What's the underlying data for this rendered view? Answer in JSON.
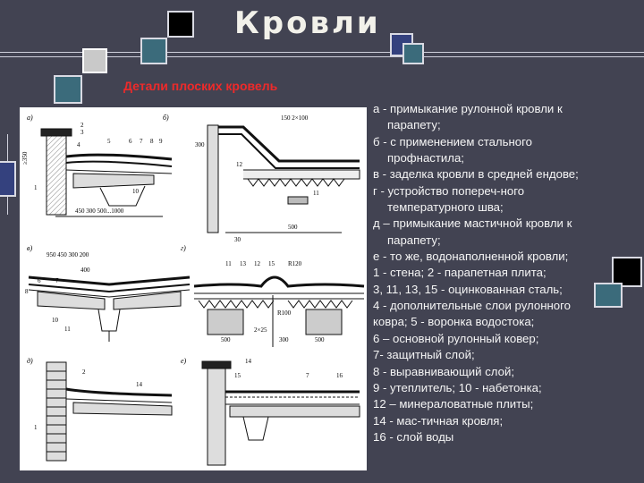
{
  "slide": {
    "title": "Кровли",
    "subtitle": "Детали плоских кровель",
    "description_lines": [
      "а - примыкание рулонной кровли к",
      "парапету;",
      "б - с применением стального",
      "профнастила;",
      "в - заделка кровли в средней ендове;",
      "г - устройство попереч-ного",
      "температурного шва;",
      "д – примыкание мастичной кровли к",
      "парапету;",
      "е - то же, водонаполненной кровли;",
      "1 - стена; 2 - парапетная плита;",
      "3, 11, 13, 15 - оцинкованная сталь;",
      "4 - дополнительные слои рулонного",
      "ковра; 5 - воронка водостока;",
      "6 – основной рулонный ковер;",
      "7- защитный слой;",
      "8 - выравнивающий слой;",
      "9 - утеплитель; 10 - набетонка;",
      "12 – минераловатные плиты;",
      "14 - мас-тичная кровля;",
      "16 - слой воды"
    ]
  },
  "figure": {
    "panel_labels": [
      "а)",
      "б)",
      "в)",
      "г)",
      "д)",
      "е)"
    ],
    "dimension_labels": {
      "a_dims": "450  300  500...1000",
      "a_height": "≥350",
      "b_top": "150  2×100",
      "b_height": "300",
      "b_base": "30",
      "b_500": "500",
      "c_dims": "950   450   300   200",
      "c_400": "400",
      "d_R120": "R120",
      "d_R100": "R100",
      "d_2x25": "2×25",
      "d_500a": "500",
      "d_300": "300",
      "d_500b": "500"
    },
    "item_numbers": {
      "a": [
        "2",
        "3",
        "4",
        "5",
        "6",
        "7",
        "8",
        "9",
        "1",
        "10"
      ],
      "b": [
        "11",
        "12"
      ],
      "c": [
        "6",
        "7",
        "8",
        "10",
        "11"
      ],
      "d": [
        "11",
        "13",
        "12",
        "15"
      ],
      "e": [
        "2",
        "14",
        "1"
      ],
      "f": [
        "14",
        "15",
        "7",
        "16"
      ]
    }
  },
  "colors": {
    "background": "#424352",
    "title": "#f2f1ea",
    "subtitle": "#ee2a2a",
    "text": "#f5f5f5"
  }
}
